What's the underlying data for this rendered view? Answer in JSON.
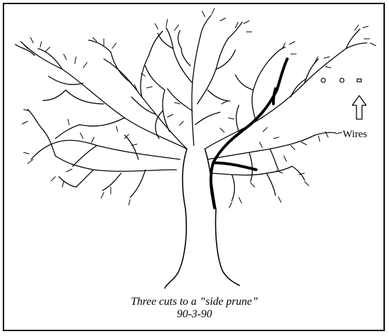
{
  "figure": {
    "wires_label": "Wires",
    "caption_line1": "Three cuts to a ”side prune”",
    "caption_line2": "90-3-90"
  },
  "colors": {
    "ink": "#000000",
    "background": "#ffffff"
  },
  "icons": {
    "arrow": "up-arrow-icon",
    "wire": "wire-cross-section-icon"
  }
}
